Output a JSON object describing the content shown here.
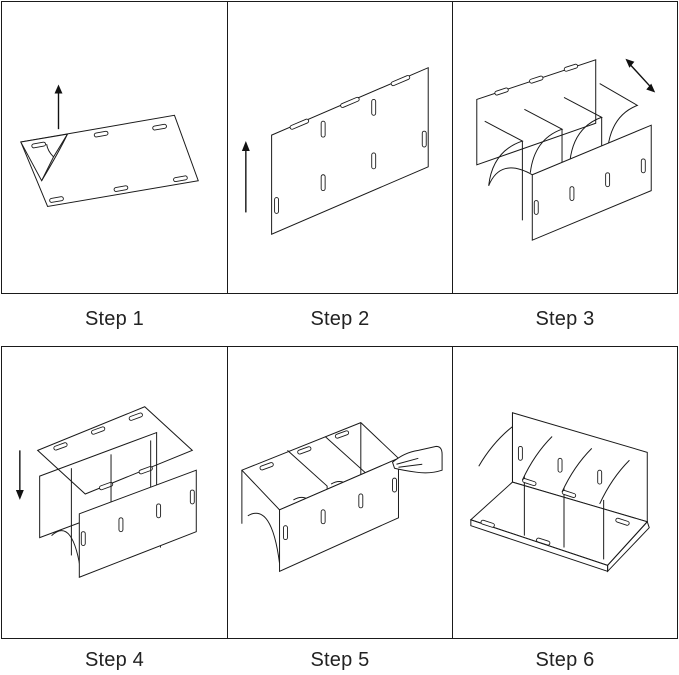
{
  "steps": [
    {
      "label": "Step 1"
    },
    {
      "label": "Step 2"
    },
    {
      "label": "Step 3"
    },
    {
      "label": "Step 4"
    },
    {
      "label": "Step 5"
    },
    {
      "label": "Step 6"
    }
  ]
}
